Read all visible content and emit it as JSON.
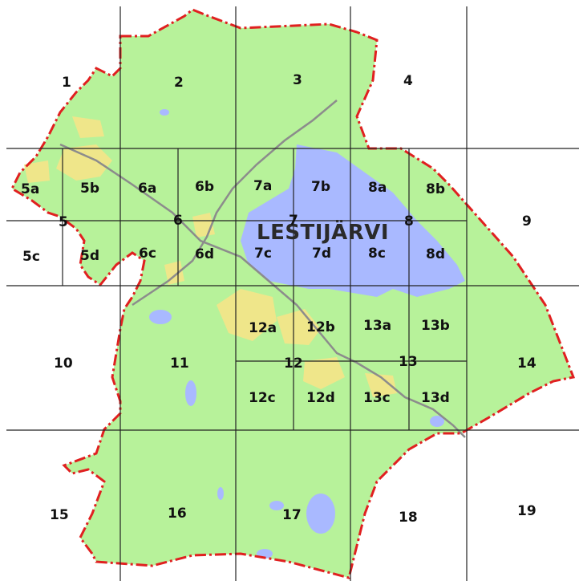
{
  "map": {
    "title": "LESTIJÄRVI",
    "colors": {
      "land": "#b7f29a",
      "lake": "#a9b9ff",
      "field": "#efe68a",
      "boundary": "#e02020",
      "road": "#8c8c8c",
      "grid": "#222222",
      "background": "#ffffff"
    },
    "grid_labels": {
      "g1": "1",
      "g2": "2",
      "g3": "3",
      "g4": "4",
      "g5a": "5a",
      "g5b": "5b",
      "g5": "5",
      "g5c": "5c",
      "g5d": "5d",
      "g6a": "6a",
      "g6b": "6b",
      "g6": "6",
      "g6c": "6c",
      "g6d": "6d",
      "g7a": "7a",
      "g7b": "7b",
      "g7": "7",
      "g7c": "7c",
      "g7d": "7d",
      "g8a": "8a",
      "g8b": "8b",
      "g8": "8",
      "g8c": "8c",
      "g8d": "8d",
      "g9": "9",
      "g10": "10",
      "g11": "11",
      "g12a": "12a",
      "g12b": "12b",
      "g12": "12",
      "g12c": "12c",
      "g12d": "12d",
      "g13a": "13a",
      "g13b": "13b",
      "g13": "13",
      "g13c": "13c",
      "g13d": "13d",
      "g14": "14",
      "g15": "15",
      "g16": "16",
      "g17": "17",
      "g18": "18",
      "g19": "19"
    }
  }
}
